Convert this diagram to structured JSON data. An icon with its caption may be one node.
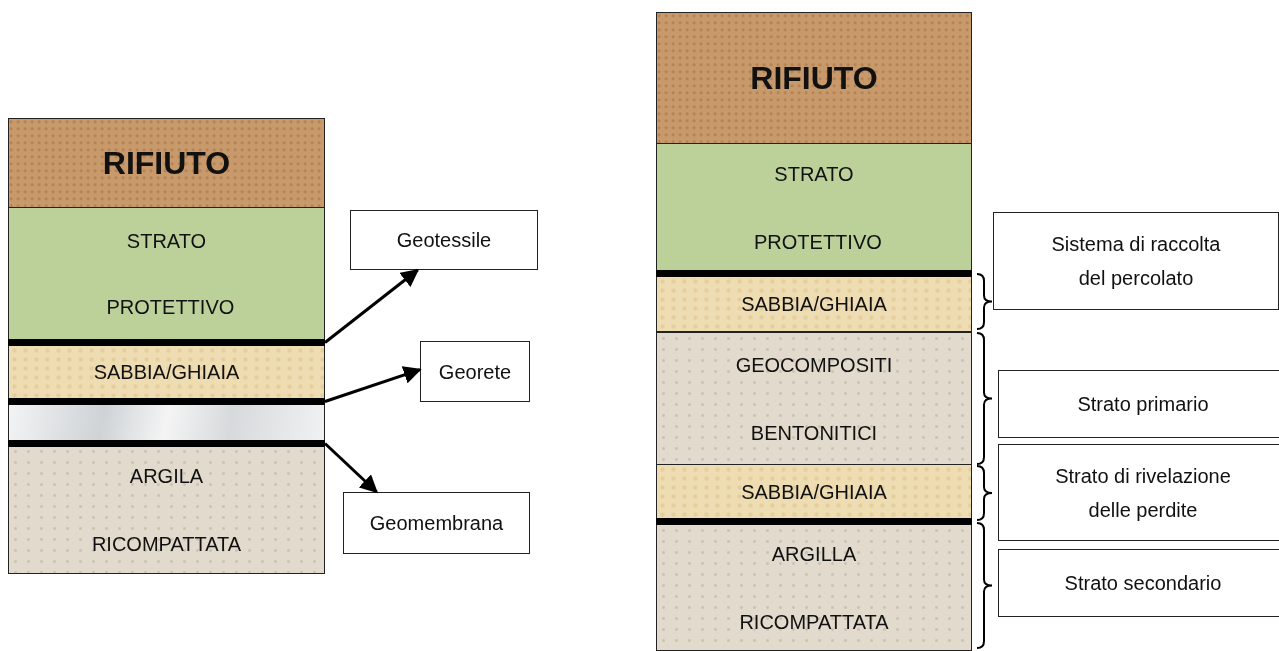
{
  "diagram": {
    "nodes": [
      {
        "text": [
          "RIFIUTO"
        ]
      },
      {
        "text": [
          "STRATO PROTETTIVO"
        ]
      },
      {
        "text": [
          "SABBIA/GHIAIA"
        ]
      },
      {
        "text": [],
        "shape": "box"
      },
      {
        "text": [
          "ARGILA RICOMPATTATA"
        ]
      },
      {
        "text": [],
        "shape": "bar"
      },
      {
        "text": [],
        "shape": "bar"
      },
      {
        "text": [],
        "shape": "bar"
      },
      {
        "text": [
          "Geotessile"
        ]
      },
      {
        "text": [
          "Georete"
        ]
      },
      {
        "text": [
          "Geomembrana"
        ]
      },
      {
        "text": [
          "RIFIUTO"
        ]
      },
      {
        "text": [
          "STRATO PROTETTIVO"
        ]
      },
      {
        "text": [
          "SABBIA/GHIAIA"
        ]
      },
      {
        "text": [
          "GEOCOMPOSITI BENTONITICI"
        ]
      },
      {
        "text": [
          "SABBIA/GHIAIA"
        ]
      },
      {
        "text": [
          "ARGILLA RICOMPATTATA"
        ]
      },
      {
        "text": [],
        "shape": "bar"
      },
      {
        "text": [],
        "shape": "bar"
      },
      {
        "text": [
          "Sistema di raccolta del percolato"
        ]
      },
      {
        "text": [
          "Strato primario"
        ]
      },
      {
        "text": [
          "Strato di rivelazione delle perdite"
        ]
      },
      {
        "text": [
          "Strato secondario"
        ]
      }
    ],
    "edges": [
      {
        "from": 5,
        "to": 8,
        "arrow": "to"
      },
      {
        "from": 6,
        "to": 9,
        "arrow": "to"
      },
      {
        "from": 7,
        "to": 10,
        "arrow": "to"
      }
    ]
  }
}
